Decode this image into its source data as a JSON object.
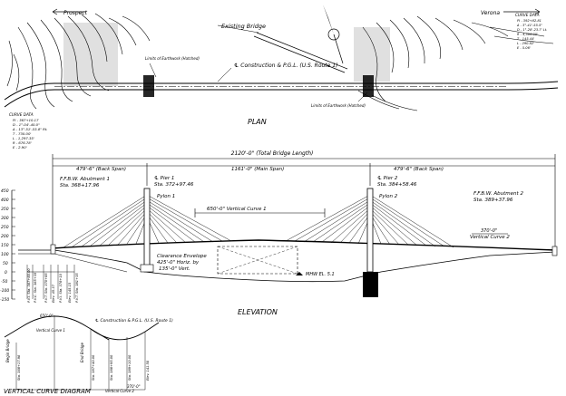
{
  "plan": {
    "title": "PLAN",
    "prospect": "Prospect",
    "verona": "Verona",
    "existing_bridge": "Existing Bridge",
    "centerline": "℄ Construction & P.G.L. (U.S. Route 1)",
    "limits_left": "Limits of Earthwork (Hatched)",
    "limits_right": "Limits of Earthwork (Hatched)",
    "curve_data_left": {
      "title": "CURVE DATA",
      "lines": [
        "PI - 367+10.17",
        "D - 1°-04'-40.0\"",
        "Δ - 13°-51'-53.8\" Rt.",
        "T - 730.00'",
        "L - 1,297.35'",
        "R - 676.78'",
        "E - 2.90'"
      ]
    },
    "curve_data_right": {
      "title": "CURVE DATA",
      "lines": [
        "PI - 392+82.81",
        "Δ - 3°-41'-55.5\"",
        "D - 1°-28'-23.7' Lt.",
        "R - 4,500.00'",
        "T - 145.44'",
        "L - 290.82'",
        "E - 5.06'"
      ]
    }
  },
  "elevation": {
    "title": "ELEVATION",
    "total_length": "2120'-0\" (Total Bridge Length)",
    "back_span_left": "479'-6\" (Back Span)",
    "main_span": "1161'-0\" (Main Span)",
    "back_span_right": "479'-6\" (Back Span)",
    "abutment1_name": "F.F.B.W. Abutment 1",
    "abutment1_sta": "Sta. 368+17.96",
    "pier1_name": "℄ Pier 1",
    "pier1_sta": "Sta. 372+97.46",
    "pylon1": "Pylon 1",
    "pier2_name": "℄ Pier 2",
    "pier2_sta": "Sta. 384+58.46",
    "pylon2": "Pylon 2",
    "abutment2_name": "F.F.B.W. Abutment 2",
    "abutment2_sta": "Sta. 389+37.96",
    "vertical_curve1": "650'-0\" Vertical Curve 1",
    "vertical_curve2_len": "370'-0\"",
    "vertical_curve2": "Vertical Curve 2",
    "clearance_1": "Clearance Envelope",
    "clearance_2": "425'-0\" Horiz. by",
    "clearance_3": "135'-0\" Vert.",
    "mhw": "MHW EL. 5.1",
    "axis_ticks": [
      "450",
      "400",
      "350",
      "300",
      "250",
      "200",
      "150",
      "100",
      "50",
      "0",
      "-50",
      "-100",
      "-150"
    ]
  },
  "vertical_curve_diagram": {
    "title": "VERTICAL CURVE DIAGRAM",
    "centerline": "℄ Construction & P.G.L. (U.S. Route 1)",
    "vc1": "Vertical Curve 1",
    "vc1_len": "650'-0\"",
    "vc2": "Vertical Curve 2",
    "vc2_len": "370'-0\"",
    "left_label": "Begin Bridge",
    "mid_label": "End Bridge"
  }
}
